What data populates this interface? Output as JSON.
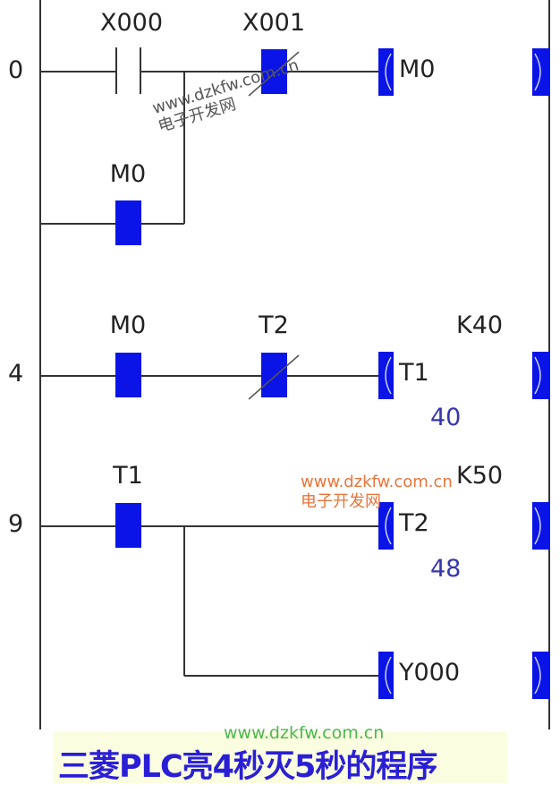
{
  "rungs": [
    {
      "step": "0",
      "contact1": "X000",
      "contact2": "X001",
      "coil": "M0",
      "branch_contact": "M0"
    },
    {
      "step": "4",
      "contact1": "M0",
      "contact2": "T2",
      "coil": "T1",
      "setting": "K40",
      "current_value": "40"
    },
    {
      "step": "9",
      "contact1": "T1",
      "coil": "T2",
      "setting": "K50",
      "current_value": "48",
      "branch_coil": "Y000"
    }
  ],
  "watermark": {
    "url": "www.dzkfw.com.cn",
    "name": "电子开发网"
  },
  "caption": "三菱PLC亮4秒灭5秒的程序",
  "colors": {
    "active": "#0a14e6",
    "caption_text": "#2a1fd6",
    "caption_bg": "#fafde0",
    "value": "#3636b0"
  }
}
